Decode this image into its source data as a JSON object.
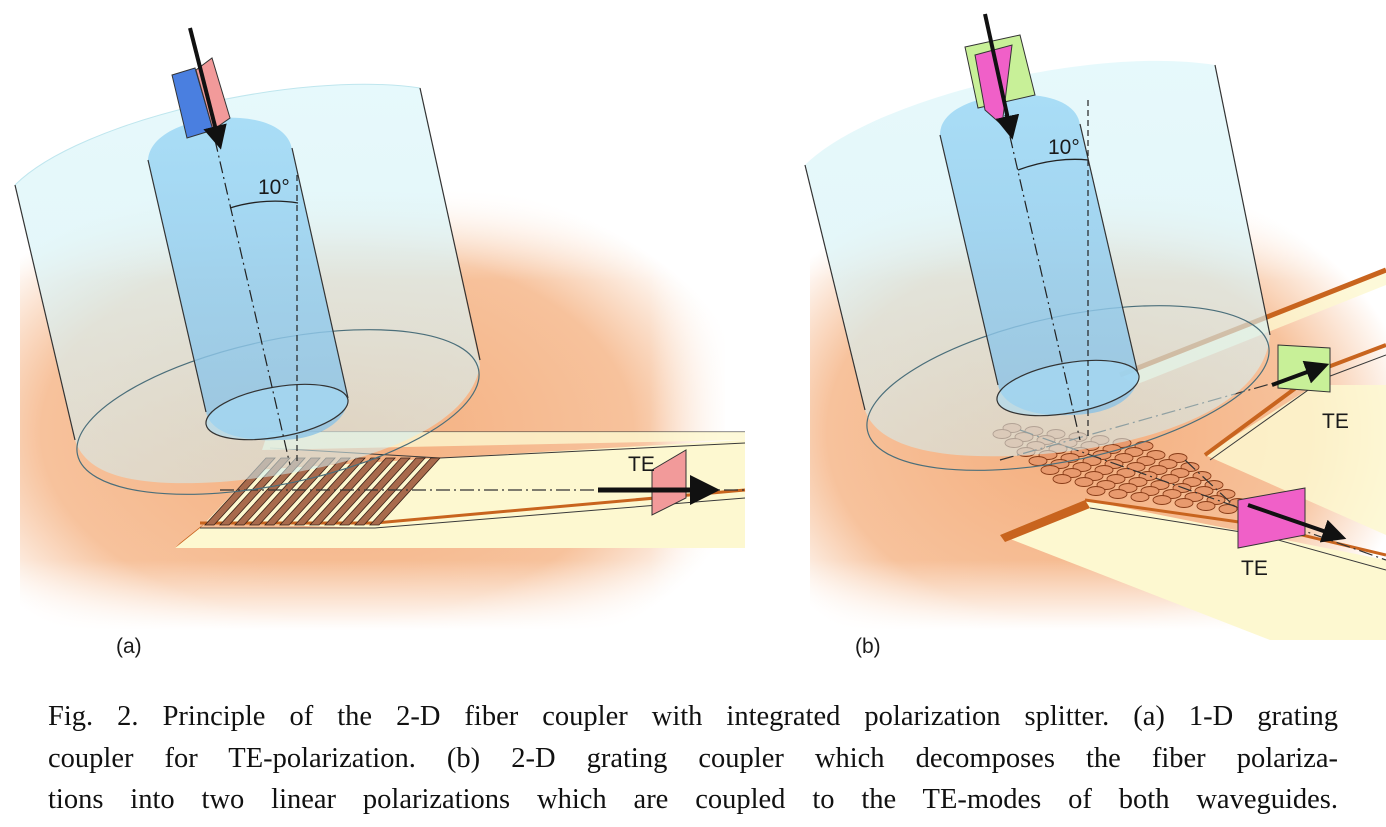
{
  "figure": {
    "panel_a": {
      "label": "(a)",
      "angle_label": "10°",
      "mode_label": "TE"
    },
    "panel_b": {
      "label": "(b)",
      "angle_label": "10°",
      "mode_label_top": "TE",
      "mode_label_bottom": "TE"
    },
    "colors": {
      "substrate": "#f6b98e",
      "waveguide": "#fdf8d0",
      "waveguide_edge": "#c8641e",
      "fiber_cladding": "#d8f4f8",
      "fiber_core": "#8fcbec",
      "polarizer_blue": "#4a7fe0",
      "polarizer_salmon": "#f29a9a",
      "polarizer_pink": "#f060c8",
      "polarizer_green": "#c8f098"
    }
  },
  "caption": {
    "line1": "Fig. 2. Principle of the 2-D fiber coupler with integrated polarization splitter. (a) 1-D grating",
    "line2": "coupler for TE-polarization. (b) 2-D grating coupler which decomposes the fiber polariza-",
    "line3": "tions into two linear polarizations which are coupled to the TE-modes of both waveguides."
  }
}
